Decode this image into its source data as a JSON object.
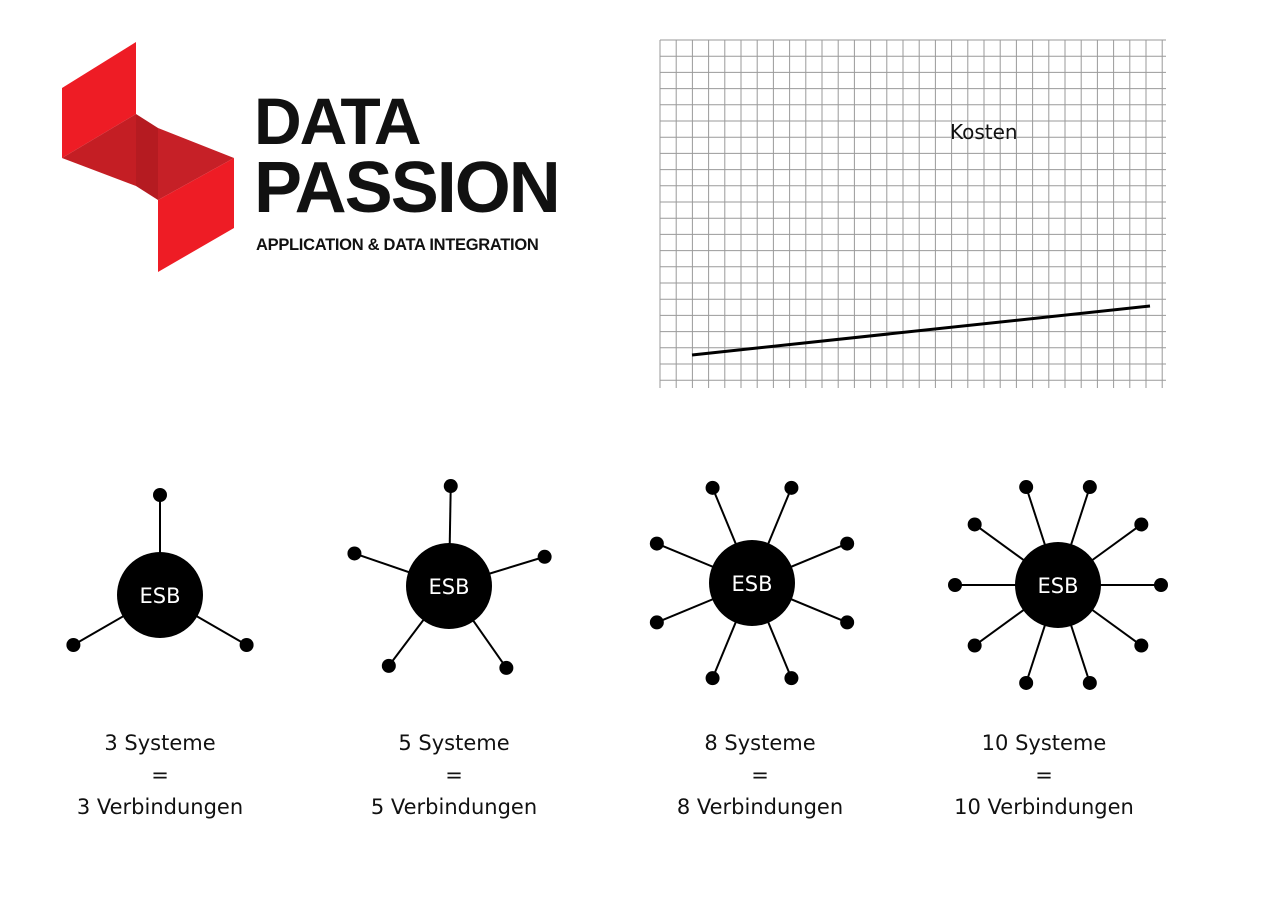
{
  "brand": {
    "line1": "DATA",
    "line2": "PASSION",
    "tagline": "APPLICATION & DATA INTEGRATION",
    "logo_icon": "data-passion-logo-icon",
    "colors": {
      "red": "#ee1c25",
      "dark_red": "#b51b21",
      "text": "#111111"
    }
  },
  "cost_chart": {
    "label": "Kosten",
    "grid_color": "#9a9a9a",
    "line_color": "#000000"
  },
  "diagrams": [
    {
      "hub_label": "ESB",
      "systems": 3,
      "line1": "3 Systeme",
      "line2": "=",
      "line3": "3 Verbindungen"
    },
    {
      "hub_label": "ESB",
      "systems": 5,
      "line1": "5 Systeme",
      "line2": "=",
      "line3": "5 Verbindungen"
    },
    {
      "hub_label": "ESB",
      "systems": 8,
      "line1": "8 Systeme",
      "line2": "=",
      "line3": "8 Verbindungen"
    },
    {
      "hub_label": "ESB",
      "systems": 10,
      "line1": "10 Systeme",
      "line2": "=",
      "line3": "10 Verbindungen"
    }
  ]
}
